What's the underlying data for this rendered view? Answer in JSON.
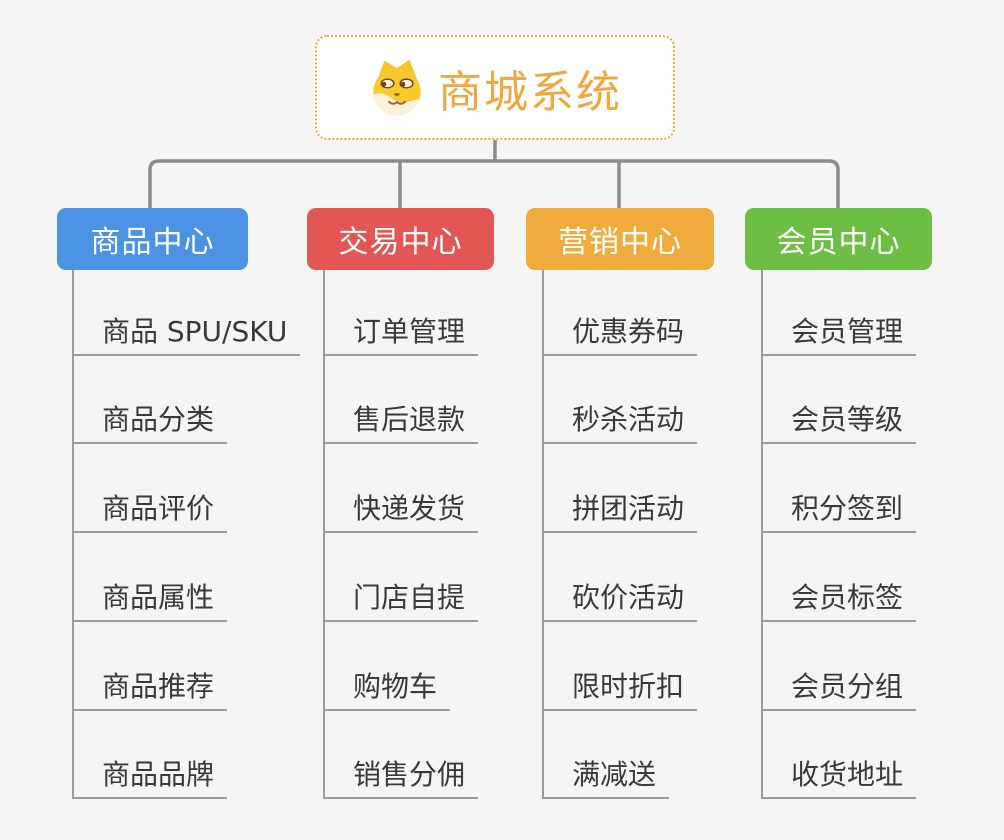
{
  "root": {
    "title": "商城系统",
    "icon": "dog-face-icon",
    "accent_color": "#F0A73E",
    "border_color": "#ECA93F"
  },
  "branches": [
    {
      "label": "商品中心",
      "color": "#4B92E5",
      "items": [
        "商品 SPU/SKU",
        "商品分类",
        "商品评价",
        "商品属性",
        "商品推荐",
        "商品品牌"
      ]
    },
    {
      "label": "交易中心",
      "color": "#E25754",
      "items": [
        "订单管理",
        "售后退款",
        "快递发货",
        "门店自提",
        "购物车",
        "销售分佣"
      ]
    },
    {
      "label": "营销中心",
      "color": "#EFAC3C",
      "items": [
        "优惠券码",
        "秒杀活动",
        "拼团活动",
        "砍价活动",
        "限时折扣",
        "满减送"
      ]
    },
    {
      "label": "会员中心",
      "color": "#6DBE44",
      "items": [
        "会员管理",
        "会员等级",
        "积分签到",
        "会员标签",
        "会员分组",
        "收货地址"
      ]
    }
  ],
  "colors": {
    "background": "#F5F5F4",
    "connector_line": "#8C8C8C",
    "leaf_underline": "#9C9C9C",
    "leaf_text": "#3A3A3A",
    "node_text": "#FFFFFF"
  }
}
